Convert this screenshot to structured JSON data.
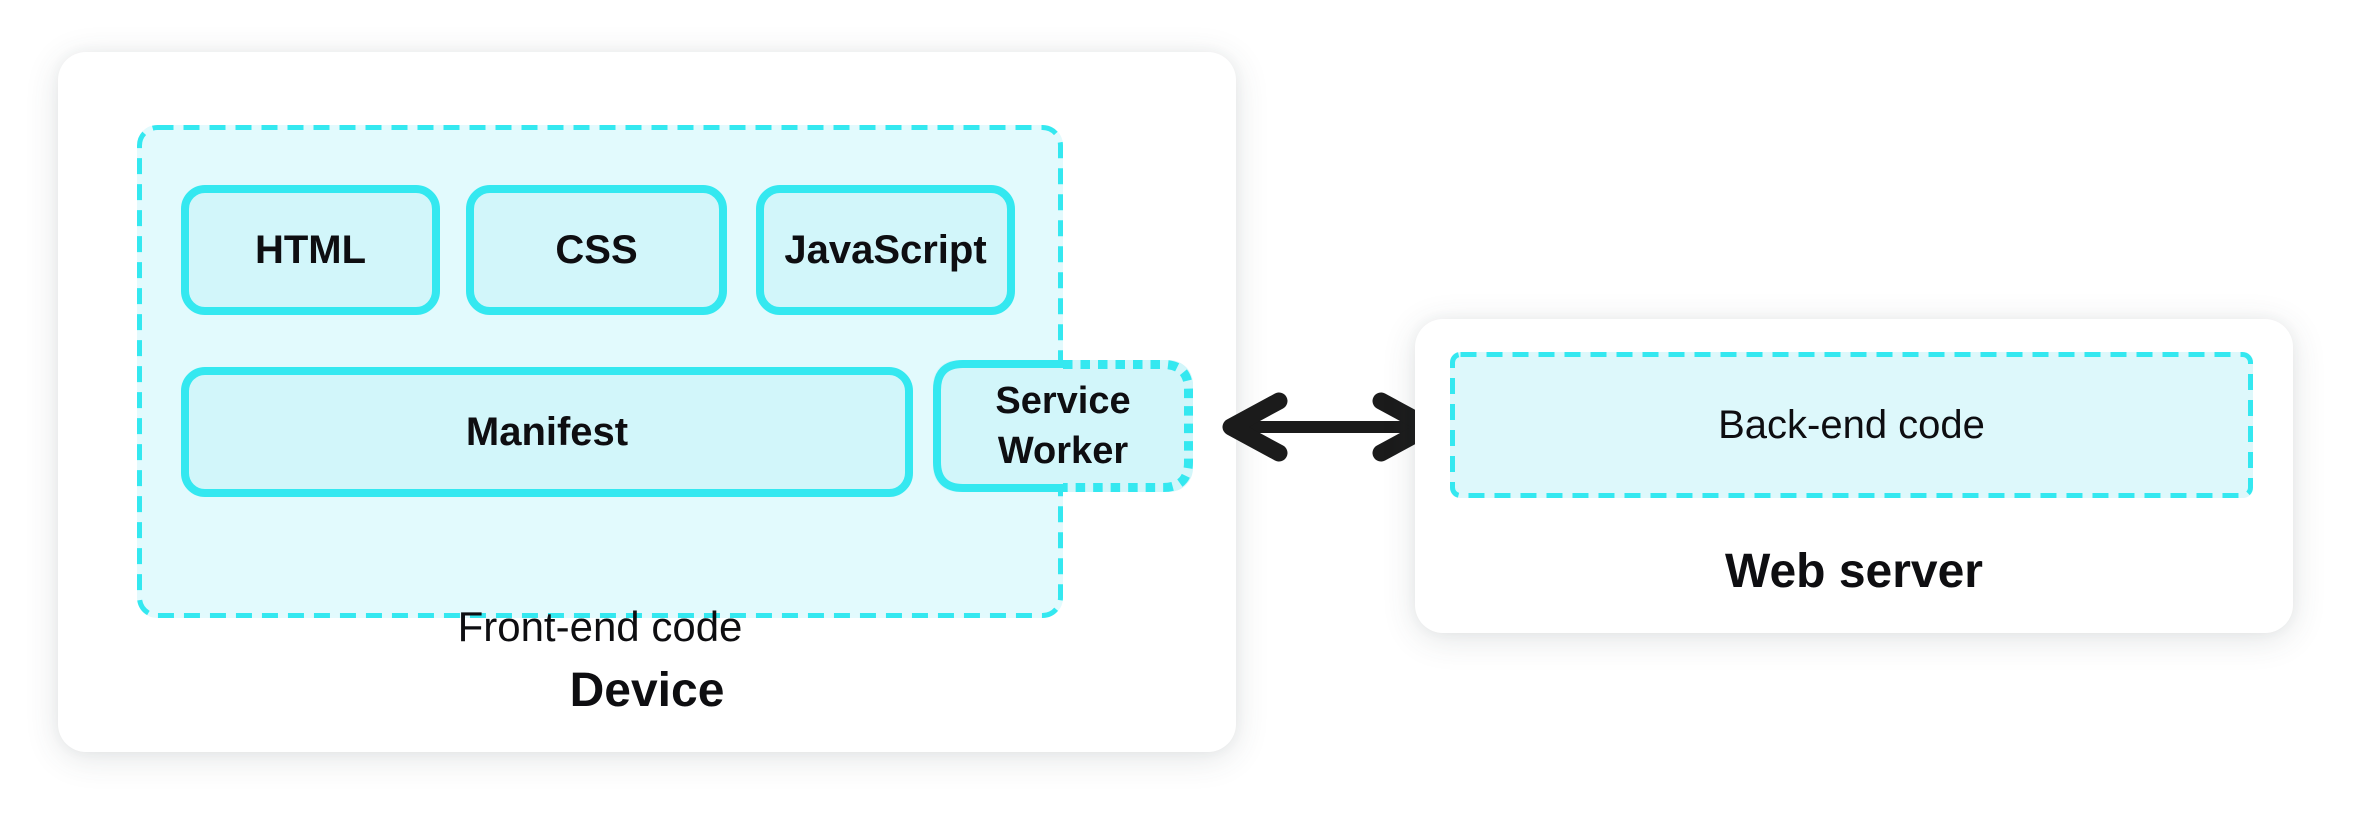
{
  "device": {
    "label": "Device",
    "frontend": {
      "label": "Front-end code",
      "html_label": "HTML",
      "css_label": "CSS",
      "javascript_label": "JavaScript",
      "manifest_label": "Manifest",
      "service_worker_label": "Service Worker"
    }
  },
  "web_server": {
    "label": "Web server",
    "backend_label": "Back-end code"
  },
  "connection": {
    "type": "bidirectional-arrow"
  },
  "colors": {
    "accent_cyan": "#34e8f0",
    "inner_box_fill": "#d2f6fa",
    "container_fill": "#e2fafd",
    "backend_fill": "#ddf8fb",
    "card_background": "#ffffff",
    "text": "#0e0e11",
    "arrow": "#1b1b1b"
  }
}
